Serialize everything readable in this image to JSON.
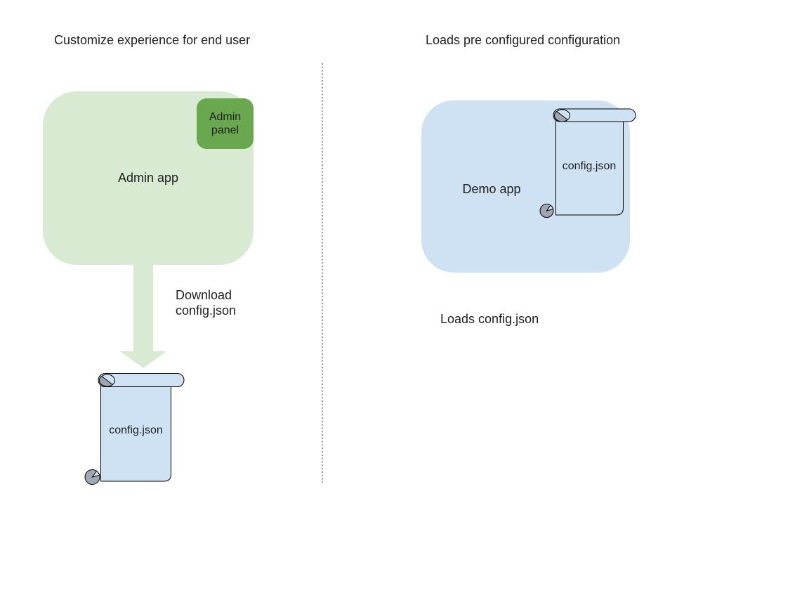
{
  "diagram": {
    "left": {
      "title": "Customize experience for end user",
      "admin_app": "Admin app",
      "admin_panel": "Admin panel",
      "download_caption": "Download config.json",
      "config_file": "config.json"
    },
    "right": {
      "title": "Loads pre configured configuration",
      "demo_app": "Demo app",
      "config_file": "config.json",
      "loads_caption": "Loads config.json"
    },
    "colors": {
      "light_green": "#d9ead3",
      "green": "#6aa84f",
      "light_blue": "#cfe2f3",
      "curl_gray": "#9fa8b2",
      "outline": "#000000",
      "divider_gray": "#555555",
      "text": "#1f1f1f"
    }
  }
}
